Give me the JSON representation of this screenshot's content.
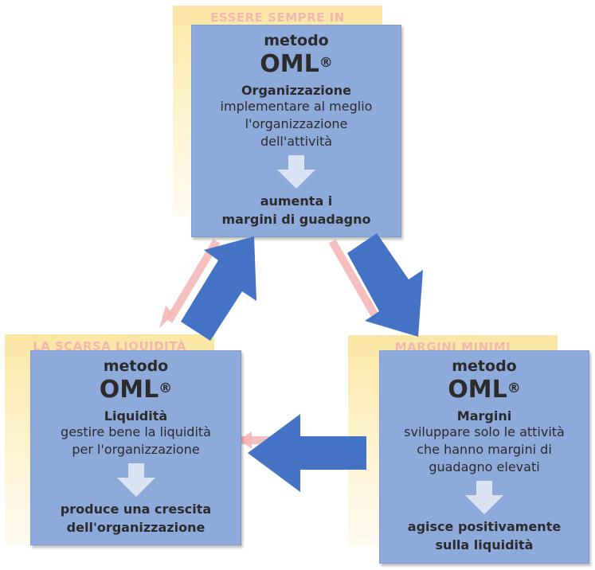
{
  "cards": {
    "top": {
      "behind_text": "ESSERE SEMPRE IN"
    },
    "left": {
      "behind_text": "LA SCARSA LIQUIDITÀ"
    },
    "right": {
      "behind_text": "MARGINI MINIMI"
    }
  },
  "top_box": {
    "metodo": "metodo",
    "brand": "OML",
    "reg": "®",
    "subtitle": "Organizzazione",
    "description": [
      "implementare al meglio",
      "l'organizzazione",
      "dell'attività"
    ],
    "result": [
      "aumenta i",
      "margini di guadagno"
    ]
  },
  "left_box": {
    "metodo": "metodo",
    "brand": "OML",
    "reg": "®",
    "subtitle": "Liquidità",
    "description": [
      "gestire bene la liquidità",
      "per l'organizzazione"
    ],
    "result": [
      "produce una crescita",
      "dell'organizzazione"
    ]
  },
  "right_box": {
    "metodo": "metodo",
    "brand": "OML",
    "reg": "®",
    "subtitle": "Margini",
    "description": [
      "sviluppare solo le attività",
      "che hanno margini di",
      "guadagno elevati"
    ],
    "result": [
      "agisce positivamente",
      "sulla liquidità"
    ]
  },
  "colors": {
    "box_fill": "#8eaadb",
    "big_arrow": "#4472c4",
    "small_arrow": "#dae3f3",
    "pink_arrow": "#f4a6a6",
    "card": "#fbe7a3"
  }
}
